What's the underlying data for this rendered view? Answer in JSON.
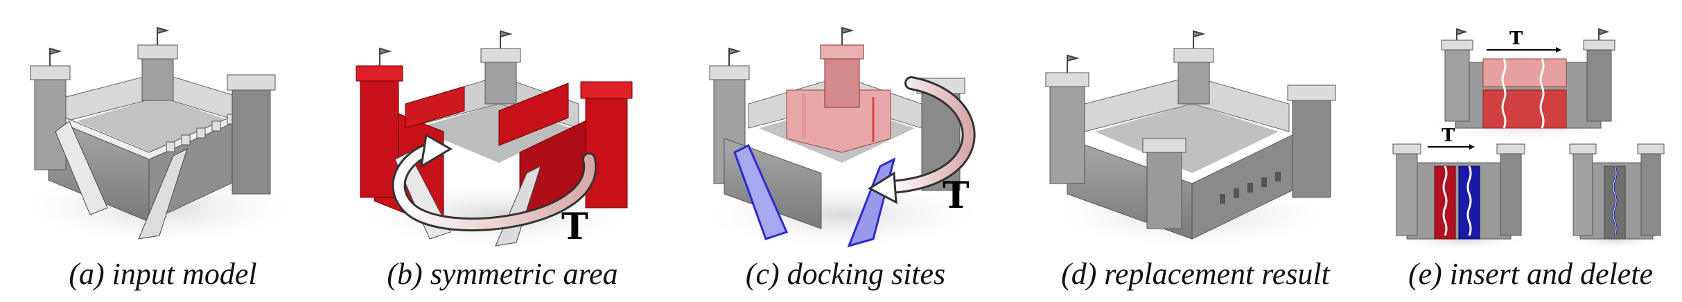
{
  "captions": {
    "a": "(a) input model",
    "b": "(b) symmetric area",
    "c": "(c) docking sites",
    "d": "(d) replacement result",
    "e": "(e) insert and delete"
  },
  "labels": {
    "transform_b": "T",
    "transform_c": "T",
    "transform_e_top": "T",
    "transform_e_bottom": "T"
  },
  "colors": {
    "stone": "#9c9c9c",
    "symmetric_red": "#c8101a",
    "docking_red": "#e06a6a",
    "docking_blue": "#2a2ad0",
    "insert_red": "#b01020",
    "insert_blue": "#1a1aa8"
  }
}
